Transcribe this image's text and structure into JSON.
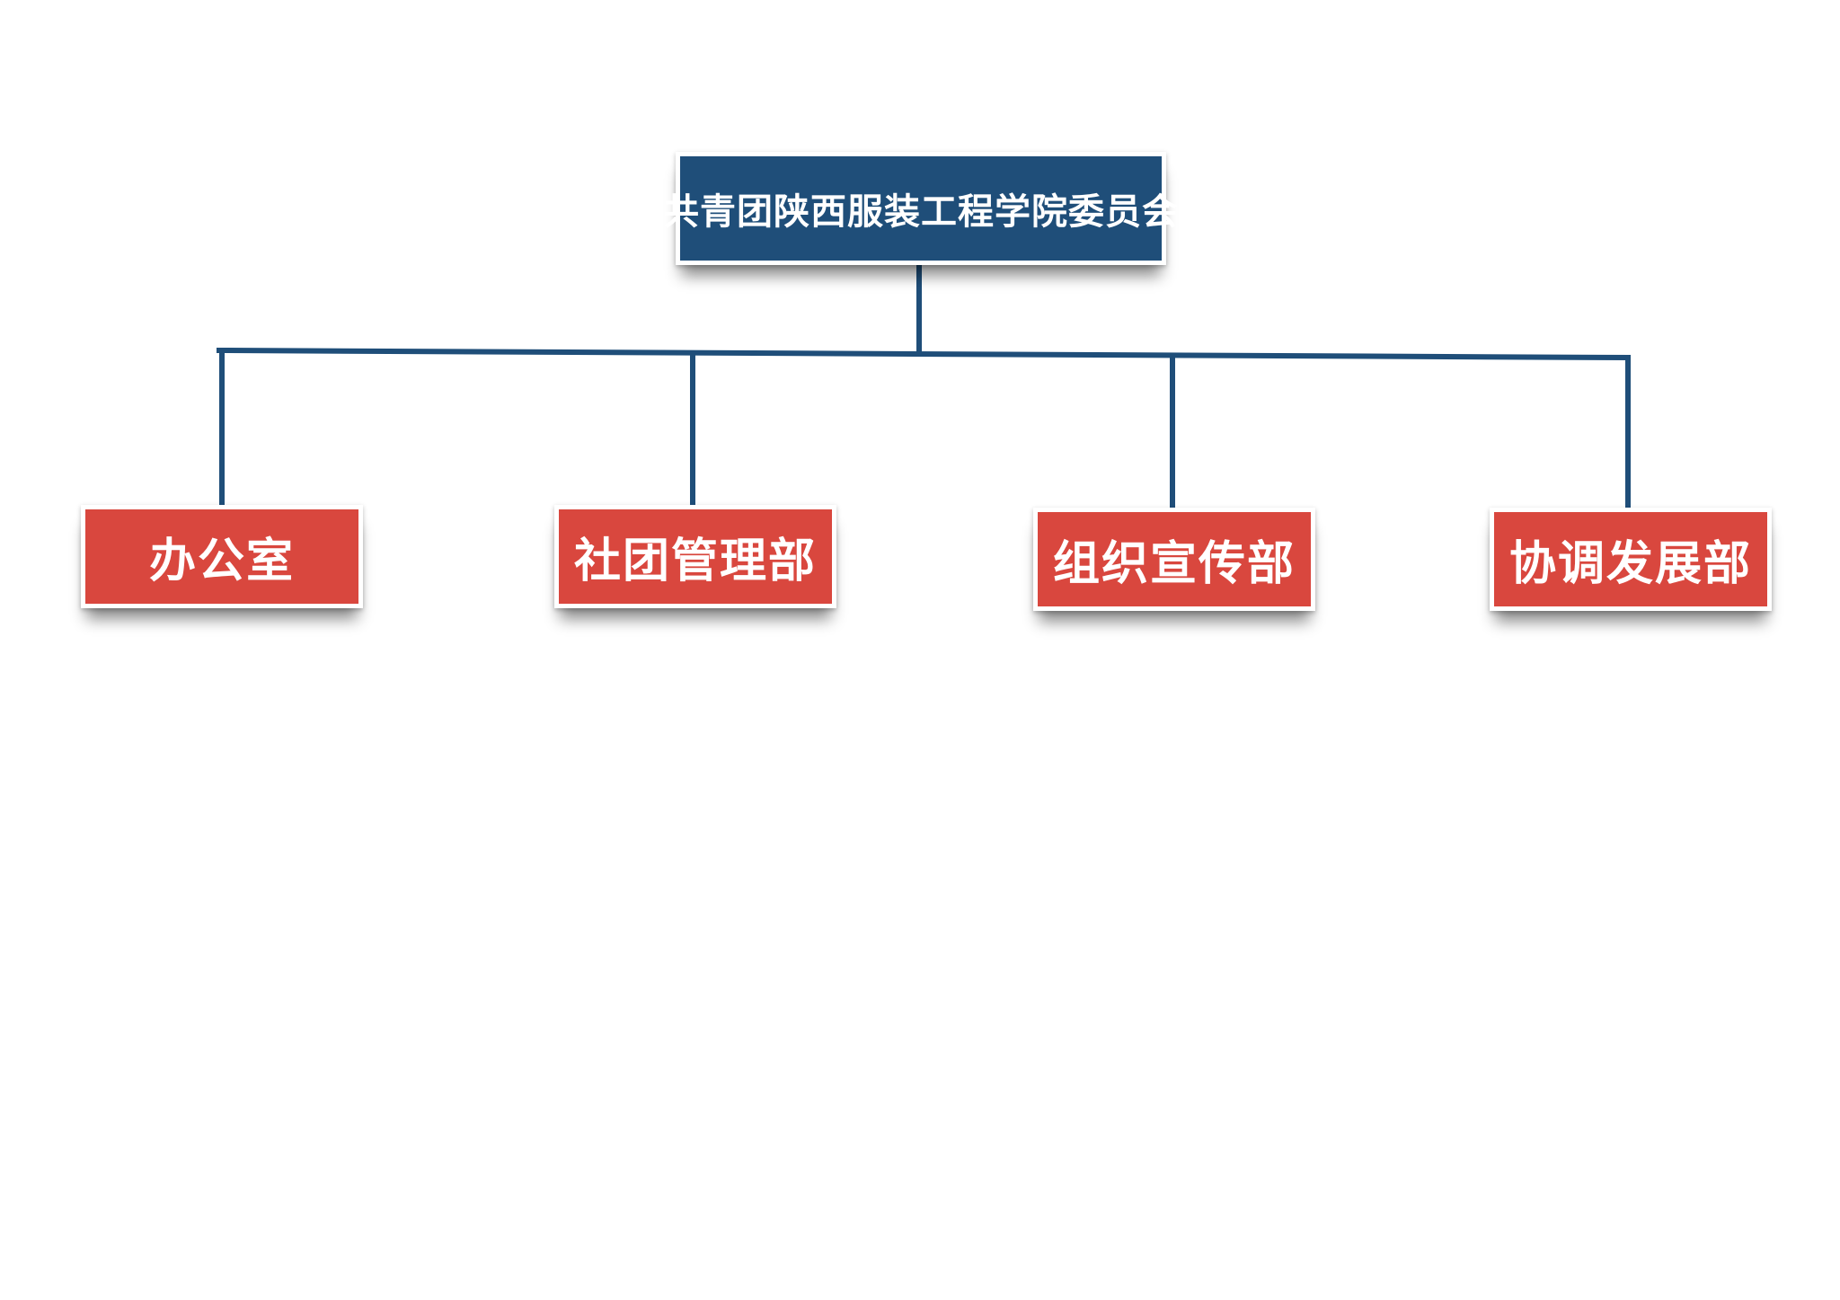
{
  "colors": {
    "root_fill": "#1f4e79",
    "dept_fill": "#d9473e",
    "connector": "#1f4e79",
    "background": "#ffffff"
  },
  "root": {
    "label": "共青团陕西服装工程学院委员会"
  },
  "departments": [
    {
      "label": "办公室"
    },
    {
      "label": "社团管理部"
    },
    {
      "label": "组织宣传部"
    },
    {
      "label": "协调发展部"
    }
  ]
}
